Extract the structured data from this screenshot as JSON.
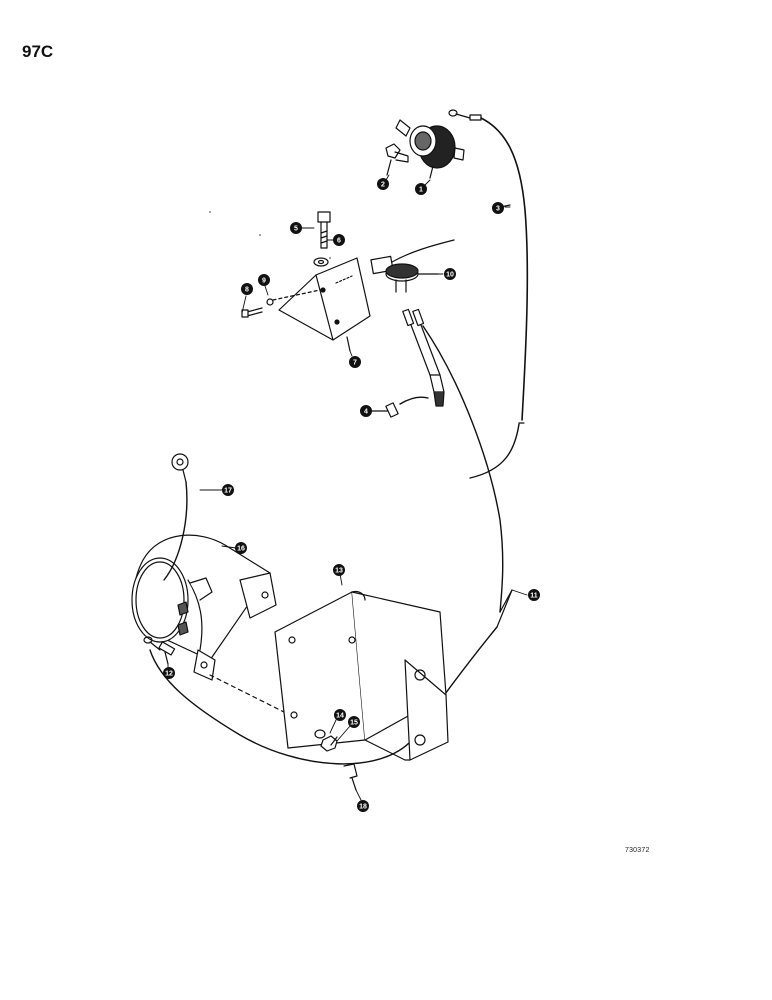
{
  "page_label": "97C",
  "reference_code": "730372",
  "callouts": [
    {
      "id": "c1",
      "label": "1"
    },
    {
      "id": "c2",
      "label": "2"
    },
    {
      "id": "c3",
      "label": "3"
    },
    {
      "id": "c4",
      "label": "4"
    },
    {
      "id": "c5",
      "label": "5"
    },
    {
      "id": "c6",
      "label": "6"
    },
    {
      "id": "c7",
      "label": "7"
    },
    {
      "id": "c8",
      "label": "8"
    },
    {
      "id": "c9",
      "label": "9"
    },
    {
      "id": "c10",
      "label": "10"
    },
    {
      "id": "c11",
      "label": "11"
    },
    {
      "id": "c12",
      "label": "12"
    },
    {
      "id": "c13",
      "label": "13"
    },
    {
      "id": "c14",
      "label": "14"
    },
    {
      "id": "c15",
      "label": "15"
    },
    {
      "id": "c16",
      "label": "16"
    },
    {
      "id": "c17",
      "label": "17"
    },
    {
      "id": "c18",
      "label": "18"
    }
  ],
  "colors": {
    "ink": "#111111",
    "paper": "#ffffff",
    "shade": "#555555"
  }
}
